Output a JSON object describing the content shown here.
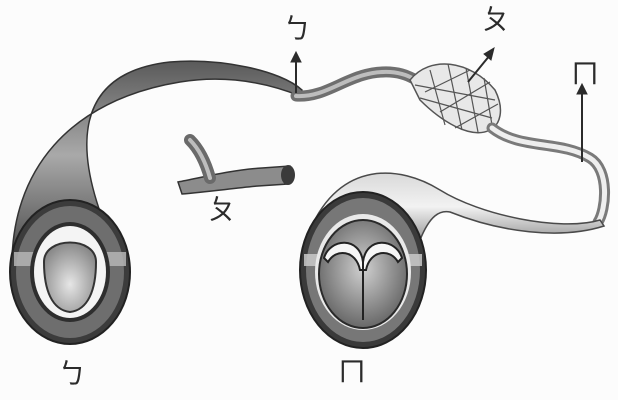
{
  "labels": {
    "artery_top": "ㄅ",
    "capillary_net_top": "ㄆ",
    "vein_right": "ㄇ",
    "vessel_fragment": "ㄆ",
    "artery_bottom": "ㄅ",
    "vein_bottom": "ㄇ"
  }
}
